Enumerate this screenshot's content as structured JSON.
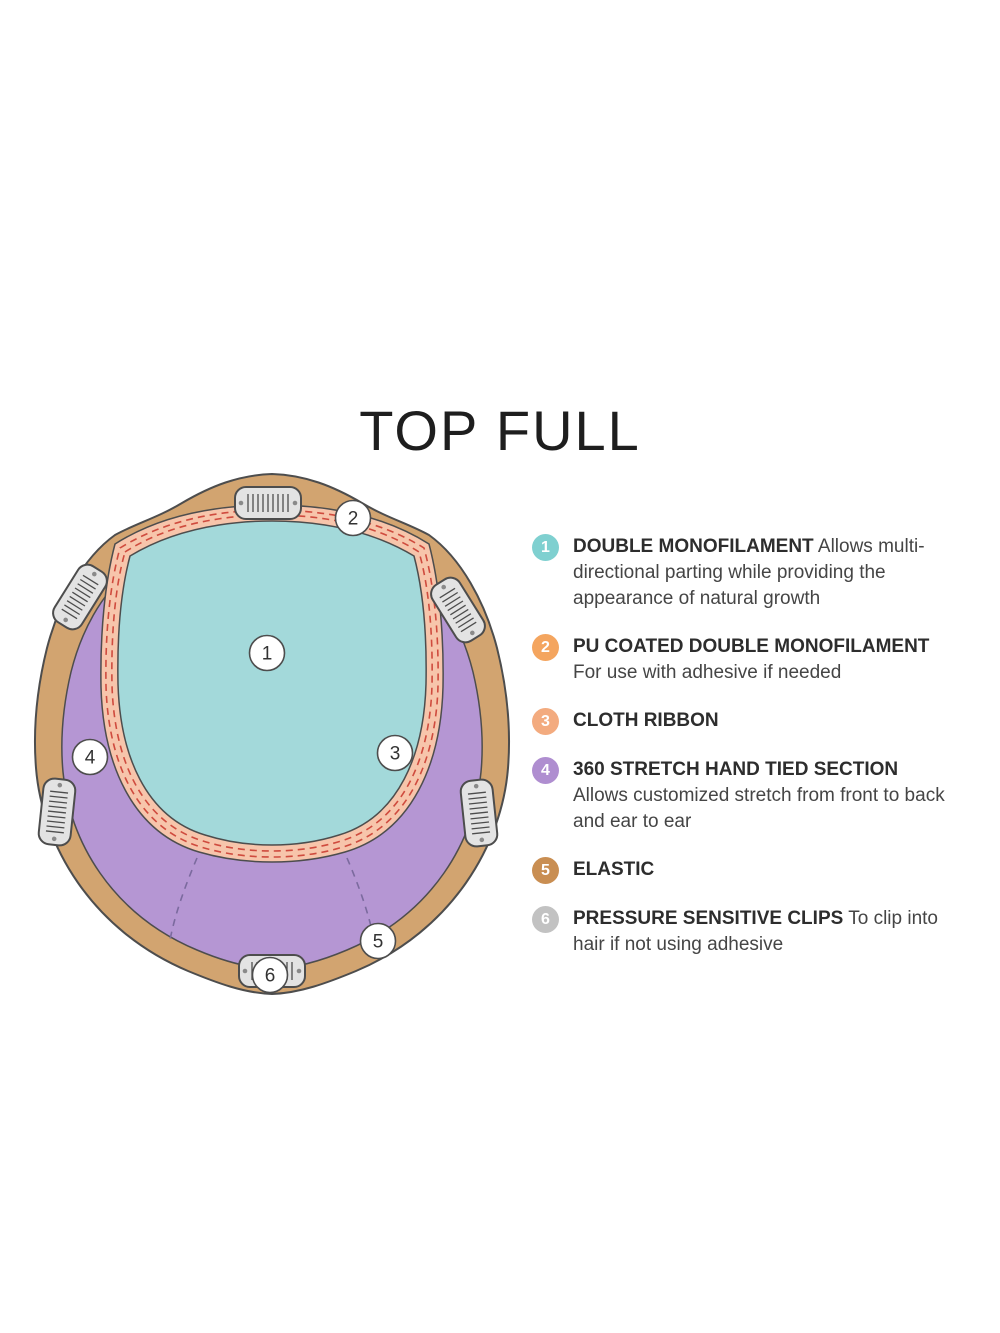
{
  "title": "TOP FULL",
  "legend": {
    "items": [
      {
        "number": "1",
        "color": "#7fd0d0",
        "label": "DOUBLE MONOFILAMENT",
        "description": "Allows multi-directional parting while providing the appearance of natural growth"
      },
      {
        "number": "2",
        "color": "#f4a55f",
        "label": "PU COATED DOUBLE MONOFILAMENT",
        "description": "For use with adhesive if needed"
      },
      {
        "number": "3",
        "color": "#f3ab7f",
        "label": "CLOTH RIBBON",
        "description": ""
      },
      {
        "number": "4",
        "color": "#af8ed0",
        "label": "360 STRETCH HAND TIED SECTION",
        "description": "Allows customized stretch from front to back and ear to ear"
      },
      {
        "number": "5",
        "color": "#c98e52",
        "label": "ELASTIC",
        "description": ""
      },
      {
        "number": "6",
        "color": "#c2c2c2",
        "label": "PRESSURE SENSITIVE CLIPS",
        "description": "To clip into hair if not using adhesive"
      }
    ]
  },
  "diagram": {
    "callouts": [
      "1",
      "2",
      "3",
      "4",
      "5",
      "6"
    ],
    "colors": {
      "cap_base": "#d2a470",
      "stretch_section": "#b596d3",
      "monofilament": "#a3d9da",
      "ribbon": "#f7c5ab",
      "stitch": "#cf4b3e",
      "seam": "#7b6a9e",
      "clip_body": "#e3e3e3",
      "outline": "#4d4d4d"
    }
  }
}
